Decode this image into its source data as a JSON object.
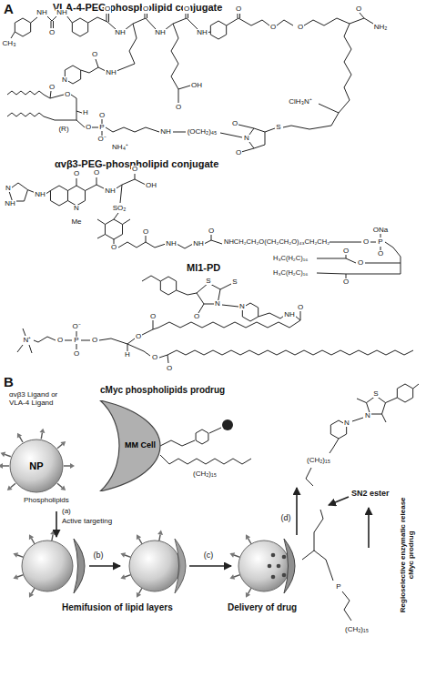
{
  "diagram": {
    "nodes": [
      {
        "text": [
          "NP"
        ]
      },
      {
        "text": [
          "MM Cell"
        ]
      }
    ],
    "labels": [
      "A",
      "VLA-4-PEG-phospholipid conjugate",
      "CH₃",
      "NH",
      "NH",
      "O",
      "O",
      "NH",
      "O",
      "NH",
      "O",
      "NH",
      "O",
      "O",
      "O",
      "NH₂",
      "O",
      "N",
      "NH",
      "O",
      "OH",
      "O",
      "ClH₃N⁺",
      "S",
      "N",
      "O",
      "O",
      "O",
      "O",
      "(R)",
      "H",
      "O",
      "P",
      "O",
      "O⁻",
      "NH₄⁺",
      "NH",
      "(OCH₂)₄₅",
      "αvβ3-PEG-phospholipid conjugate",
      "N",
      "NH",
      "NH",
      "N",
      "Me",
      "O",
      "O",
      "NH",
      "O",
      "OH",
      "SO₂",
      "O",
      "O",
      "NH",
      "NH",
      "O",
      "NHCH₂CH₂O(CH₂CH₂O)₄₃CH₂CH₂",
      "H₃C(H₂C)₁₆",
      "H₃C(H₂C)₁₆",
      "O",
      "O",
      "O",
      "O",
      "P",
      "ONa",
      "O",
      "MI1-PD",
      "S",
      "S",
      "N",
      "O",
      "N",
      "NH",
      "O",
      "N⁺",
      "O⁻",
      "P",
      "O",
      "O",
      "O",
      "O",
      "O",
      "H",
      "O",
      "O",
      "B",
      "αvβ3 Ligand or VLA-4 Ligand",
      "Phospholipids",
      "cMyc phospholipids prodrug",
      "(a)",
      "Active targeting",
      "(b)",
      "(c)",
      "(d)",
      "Hemifusion of lipid layers",
      "Delivery of drug",
      "SN2 ester",
      "Regioselective enzymatic release cMyc prodrug",
      "(CH₂)₁₅",
      "(CH₂)₁₅",
      "S",
      "N",
      "N",
      "P",
      "(CH₂)₁₅"
    ]
  }
}
